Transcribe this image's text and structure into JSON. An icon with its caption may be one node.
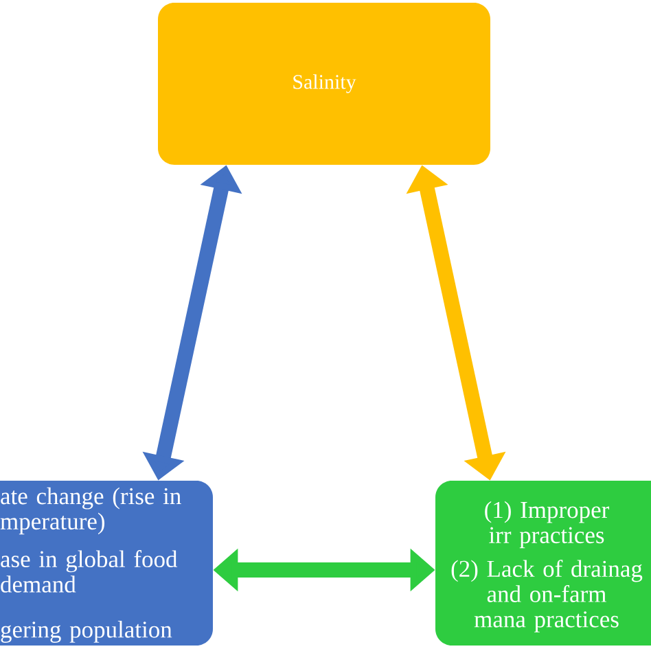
{
  "diagram": {
    "nodes": [
      {
        "text": [
          "Salinity"
        ]
      },
      {
        "text": [
          "ate change (rise in mperature)",
          "ase in global food demand",
          "gering population"
        ]
      },
      {
        "text": [
          "(1) Improper irr practices",
          "(2) Lack of drainag and on-farm mana practices"
        ]
      }
    ],
    "edges": [
      {
        "from": 0,
        "to": 1,
        "arrow": "both",
        "color": "#4472c4"
      },
      {
        "from": 0,
        "to": 2,
        "arrow": "both",
        "color": "#ffc000"
      },
      {
        "from": 1,
        "to": 2,
        "arrow": "both",
        "color": "#2ecc40"
      }
    ]
  }
}
